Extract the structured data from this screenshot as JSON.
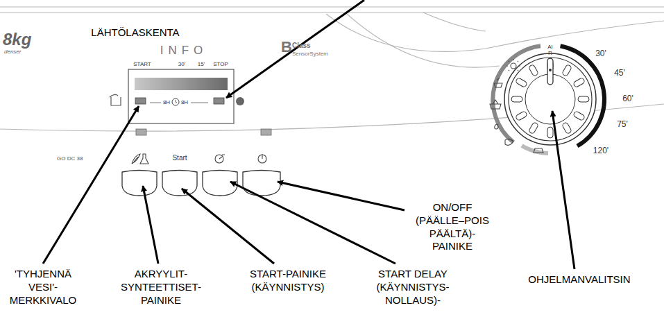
{
  "diagram": {
    "labels": [
      "LÄHTÖLASKENTA",
      "8kg",
      "denser",
      "INFO",
      "B",
      "Class",
      "SensorSystem",
      "START",
      "30'",
      "15'",
      "STOP",
      "8H",
      "8H",
      "GO DC 38",
      "Start",
      "AIR",
      "30'",
      "45'",
      "60'",
      "75'",
      "120'",
      "'TYHJENNÄ VESI'- MERKKIVALO",
      "AKRYYLIT- SYNTEETTISET- PAINIKE",
      "START-PAINIKE (KÄYNNISTYS)",
      "START DELAY (KÄYNNISTYS- NOLLAUS)-",
      "ON/OFF (PÄÄLLE–POIS PÄÄLTÄ)- PAINIKE",
      "OHJELMANVALITSIN"
    ]
  }
}
